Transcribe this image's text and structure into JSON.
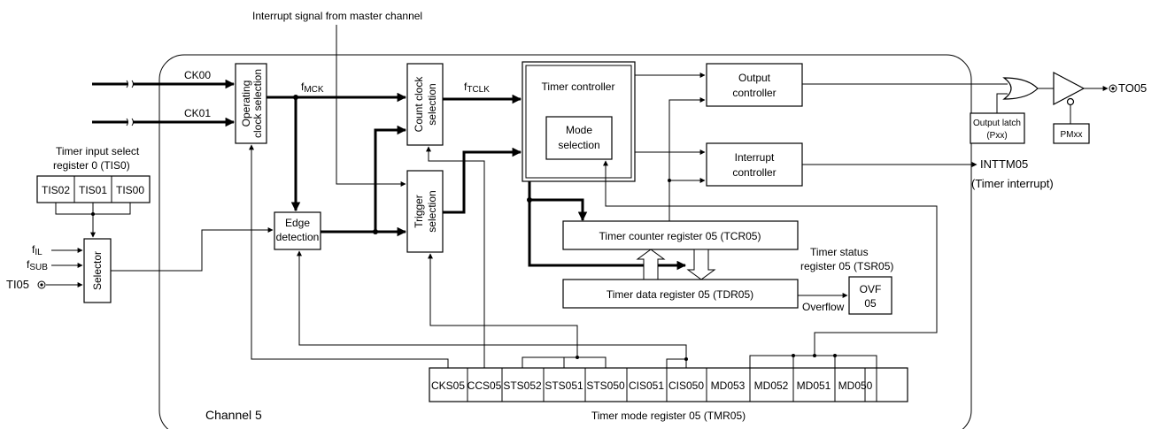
{
  "top_note": "Interrupt signal from master channel",
  "channel_label": "Channel 5",
  "tis": {
    "title_line1": "Timer input select",
    "title_line2": "register 0 (TIS0)",
    "bits": [
      "TIS02",
      "TIS01",
      "TIS00"
    ]
  },
  "inputs": {
    "ck00": "CK00",
    "ck01": "CK01",
    "fil_main": "f",
    "fil_sub": "IL",
    "fsub_main": "f",
    "fsub_sub": "SUB",
    "ti05": "TI05"
  },
  "blocks": {
    "operating_clock_1": "Operating",
    "operating_clock_2": "clock selection",
    "selector": "Selector",
    "fmck_main": "f",
    "fmck_sub": "MCK",
    "edge_1": "Edge",
    "edge_2": "detection",
    "count_clock_1": "Count clock",
    "count_clock_2": "selection",
    "trigger_1": "Trigger",
    "trigger_2": "selection",
    "ftclk_main": "f",
    "ftclk_sub": "TCLK",
    "timer_controller": "Timer controller",
    "mode_1": "Mode",
    "mode_2": "selection",
    "output_ctrl_1": "Output",
    "output_ctrl_2": "controller",
    "interrupt_ctrl_1": "Interrupt",
    "interrupt_ctrl_2": "controller",
    "tcr": "Timer counter register 05 (TCR05)",
    "tdr": "Timer data register 05 (TDR05)",
    "tsr_1": "Timer status",
    "tsr_2": "register 05 (TSR05)",
    "ovf_1": "OVF",
    "ovf_2": "05",
    "overflow": "Overflow",
    "output_latch_1": "Output latch",
    "output_latch_2": "(Pxx)",
    "pmxx": "PMxx",
    "to05": "TO05",
    "inttm_1": "INTTM05",
    "inttm_2": "(Timer interrupt)"
  },
  "tmr": {
    "bits": [
      "CKS05",
      "CCS05",
      "STS052",
      "STS051",
      "STS050",
      "CIS051",
      "CIS050",
      "MD053",
      "MD052",
      "MD051",
      "MD050"
    ],
    "caption": "Timer mode register 05 (TMR05)"
  }
}
